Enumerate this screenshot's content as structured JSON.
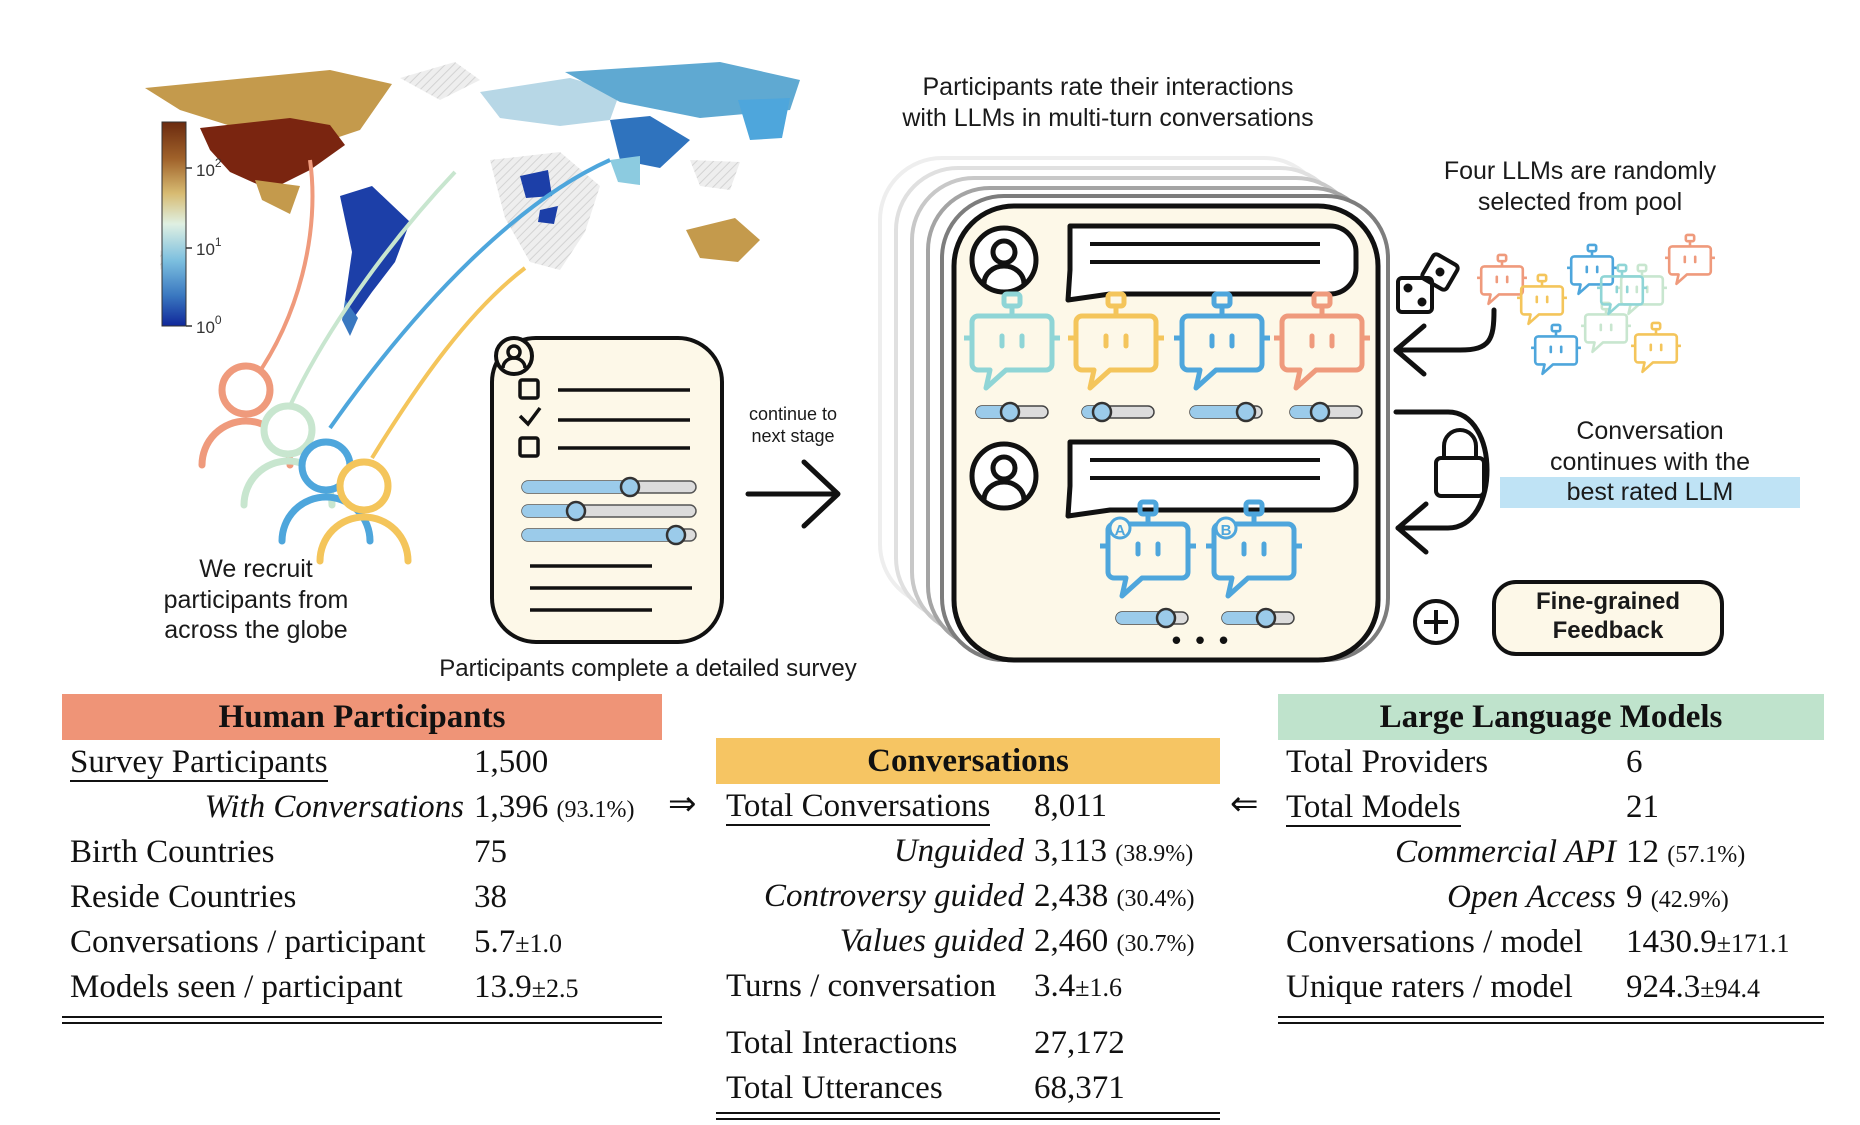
{
  "captions": {
    "recruit": [
      "We recruit",
      "participants from",
      "across the globe"
    ],
    "survey": "Participants complete a detailed survey",
    "continue": [
      "continue to",
      "next stage"
    ],
    "rate": [
      "Participants rate their interactions",
      "with LLMs in multi-turn conversations"
    ],
    "pool": [
      "Four LLMs are randomly",
      "selected from pool"
    ],
    "continues": [
      "Conversation",
      "continues with the"
    ],
    "best_rated": "best rated LLM",
    "feedback": [
      "Fine-grained",
      "Feedback"
    ],
    "slot_a": "A",
    "slot_b": "B",
    "ellipsis": "• • •"
  },
  "colorbar": {
    "ticks": [
      {
        "base": "10",
        "exp": "2"
      },
      {
        "base": "10",
        "exp": "1"
      },
      {
        "base": "10",
        "exp": "0"
      }
    ]
  },
  "colors": {
    "salmon": "#ef9a7c",
    "mint": "#c8e6cf",
    "blue": "#4ea6dc",
    "yellow": "#f4c55b",
    "panel": "#fdf8e8",
    "human_header": "#ef9477",
    "conv_header": "#f6c563",
    "llm_header": "#bfe3cc"
  },
  "icons": [
    "user-icon",
    "robot-icon",
    "dice-icon",
    "lock-icon",
    "plus-circle-icon",
    "checkbox-icon",
    "slider-icon"
  ],
  "tables": {
    "human": {
      "header": "Human Participants",
      "rows": [
        {
          "label": "Survey Participants",
          "value": "1,500",
          "extra": ""
        },
        {
          "label": "With Conversations",
          "value": "1,396",
          "extra": "(93.1%)"
        },
        {
          "label": "Birth Countries",
          "value": "75",
          "extra": ""
        },
        {
          "label": "Reside Countries",
          "value": "38",
          "extra": ""
        },
        {
          "label": "Conversations / participant",
          "value": "5.7",
          "extra": "±1.0"
        },
        {
          "label": "Models seen / participant",
          "value": "13.9",
          "extra": "±2.5"
        }
      ]
    },
    "conversations": {
      "header": "Conversations",
      "rows": [
        {
          "label": "Total Conversations",
          "value": "8,011",
          "extra": ""
        },
        {
          "label": "Unguided",
          "value": "3,113",
          "extra": "(38.9%)"
        },
        {
          "label": "Controversy guided",
          "value": "2,438",
          "extra": "(30.4%)"
        },
        {
          "label": "Values guided",
          "value": "2,460",
          "extra": "(30.7%)"
        },
        {
          "label": "Turns / conversation",
          "value": "3.4",
          "extra": "±1.6"
        },
        {
          "label": "Total Interactions",
          "value": "27,172",
          "extra": ""
        },
        {
          "label": "Total Utterances",
          "value": "68,371",
          "extra": ""
        }
      ]
    },
    "llm": {
      "header": "Large Language Models",
      "rows": [
        {
          "label": "Total Providers",
          "value": "6",
          "extra": ""
        },
        {
          "label": "Total Models",
          "value": "21",
          "extra": ""
        },
        {
          "label": "Commercial API",
          "value": "12",
          "extra": "(57.1%)"
        },
        {
          "label": "Open Access",
          "value": "9",
          "extra": "(42.9%)"
        },
        {
          "label": "Conversations / model",
          "value": "1430.9",
          "extra": "±171.1"
        },
        {
          "label": "Unique raters / model",
          "value": "924.3",
          "extra": "±94.4"
        }
      ]
    },
    "arrows": {
      "left": "⇒",
      "right": "⇐"
    }
  }
}
